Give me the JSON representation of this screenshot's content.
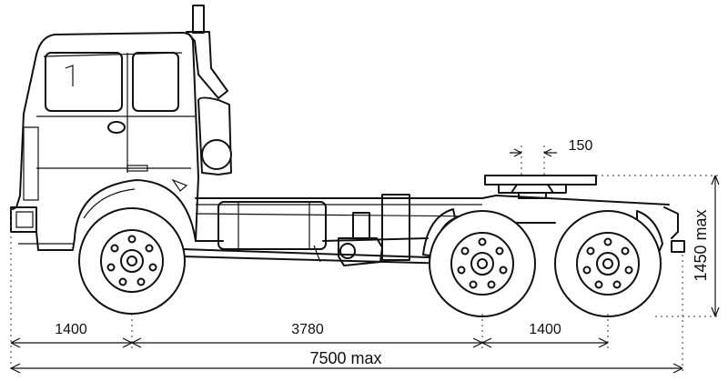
{
  "dimensions": {
    "front_overhang": "1400",
    "wheelbase_front": "3780",
    "rear_axle_spacing": "1400",
    "overall_length": "7500 max",
    "fifth_wheel_offset": "150",
    "fifth_wheel_height": "1450 max"
  },
  "colors": {
    "line": "#111111",
    "background": "#ffffff"
  }
}
